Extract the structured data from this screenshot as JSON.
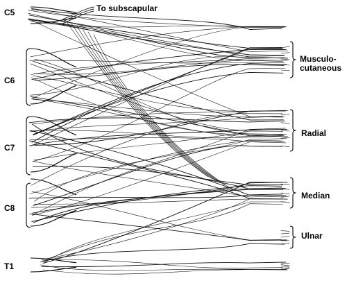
{
  "roots": [
    {
      "id": "c5",
      "label": "C5"
    },
    {
      "id": "c6",
      "label": "C6"
    },
    {
      "id": "c7",
      "label": "C7"
    },
    {
      "id": "c8",
      "label": "C8"
    },
    {
      "id": "t1",
      "label": "T1"
    }
  ],
  "branches": [
    {
      "id": "subscapular",
      "label": "To subscapular"
    },
    {
      "id": "musculocutaneous",
      "line1": "Musculo-",
      "line2": "cutaneous"
    },
    {
      "id": "radial",
      "label": "Radial"
    },
    {
      "id": "median",
      "label": "Median"
    },
    {
      "id": "ulnar",
      "label": "Ulnar"
    }
  ]
}
